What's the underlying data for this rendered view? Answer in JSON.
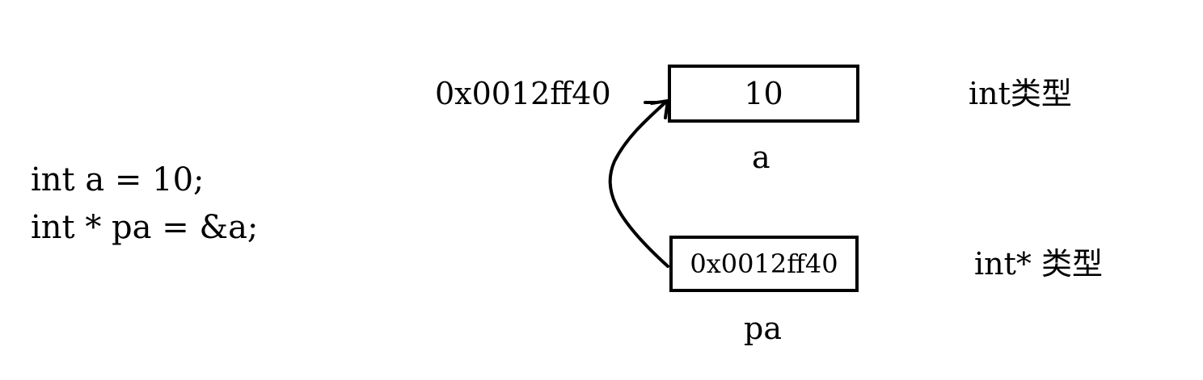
{
  "code": {
    "line1": "int a = 10;",
    "line2": "int * pa = &a;"
  },
  "variable_a": {
    "address": "0x0012ff40",
    "value": "10",
    "name": "a",
    "type": "int类型"
  },
  "variable_pa": {
    "value": "0x0012ff40",
    "name": "pa",
    "type": "int* 类型"
  }
}
